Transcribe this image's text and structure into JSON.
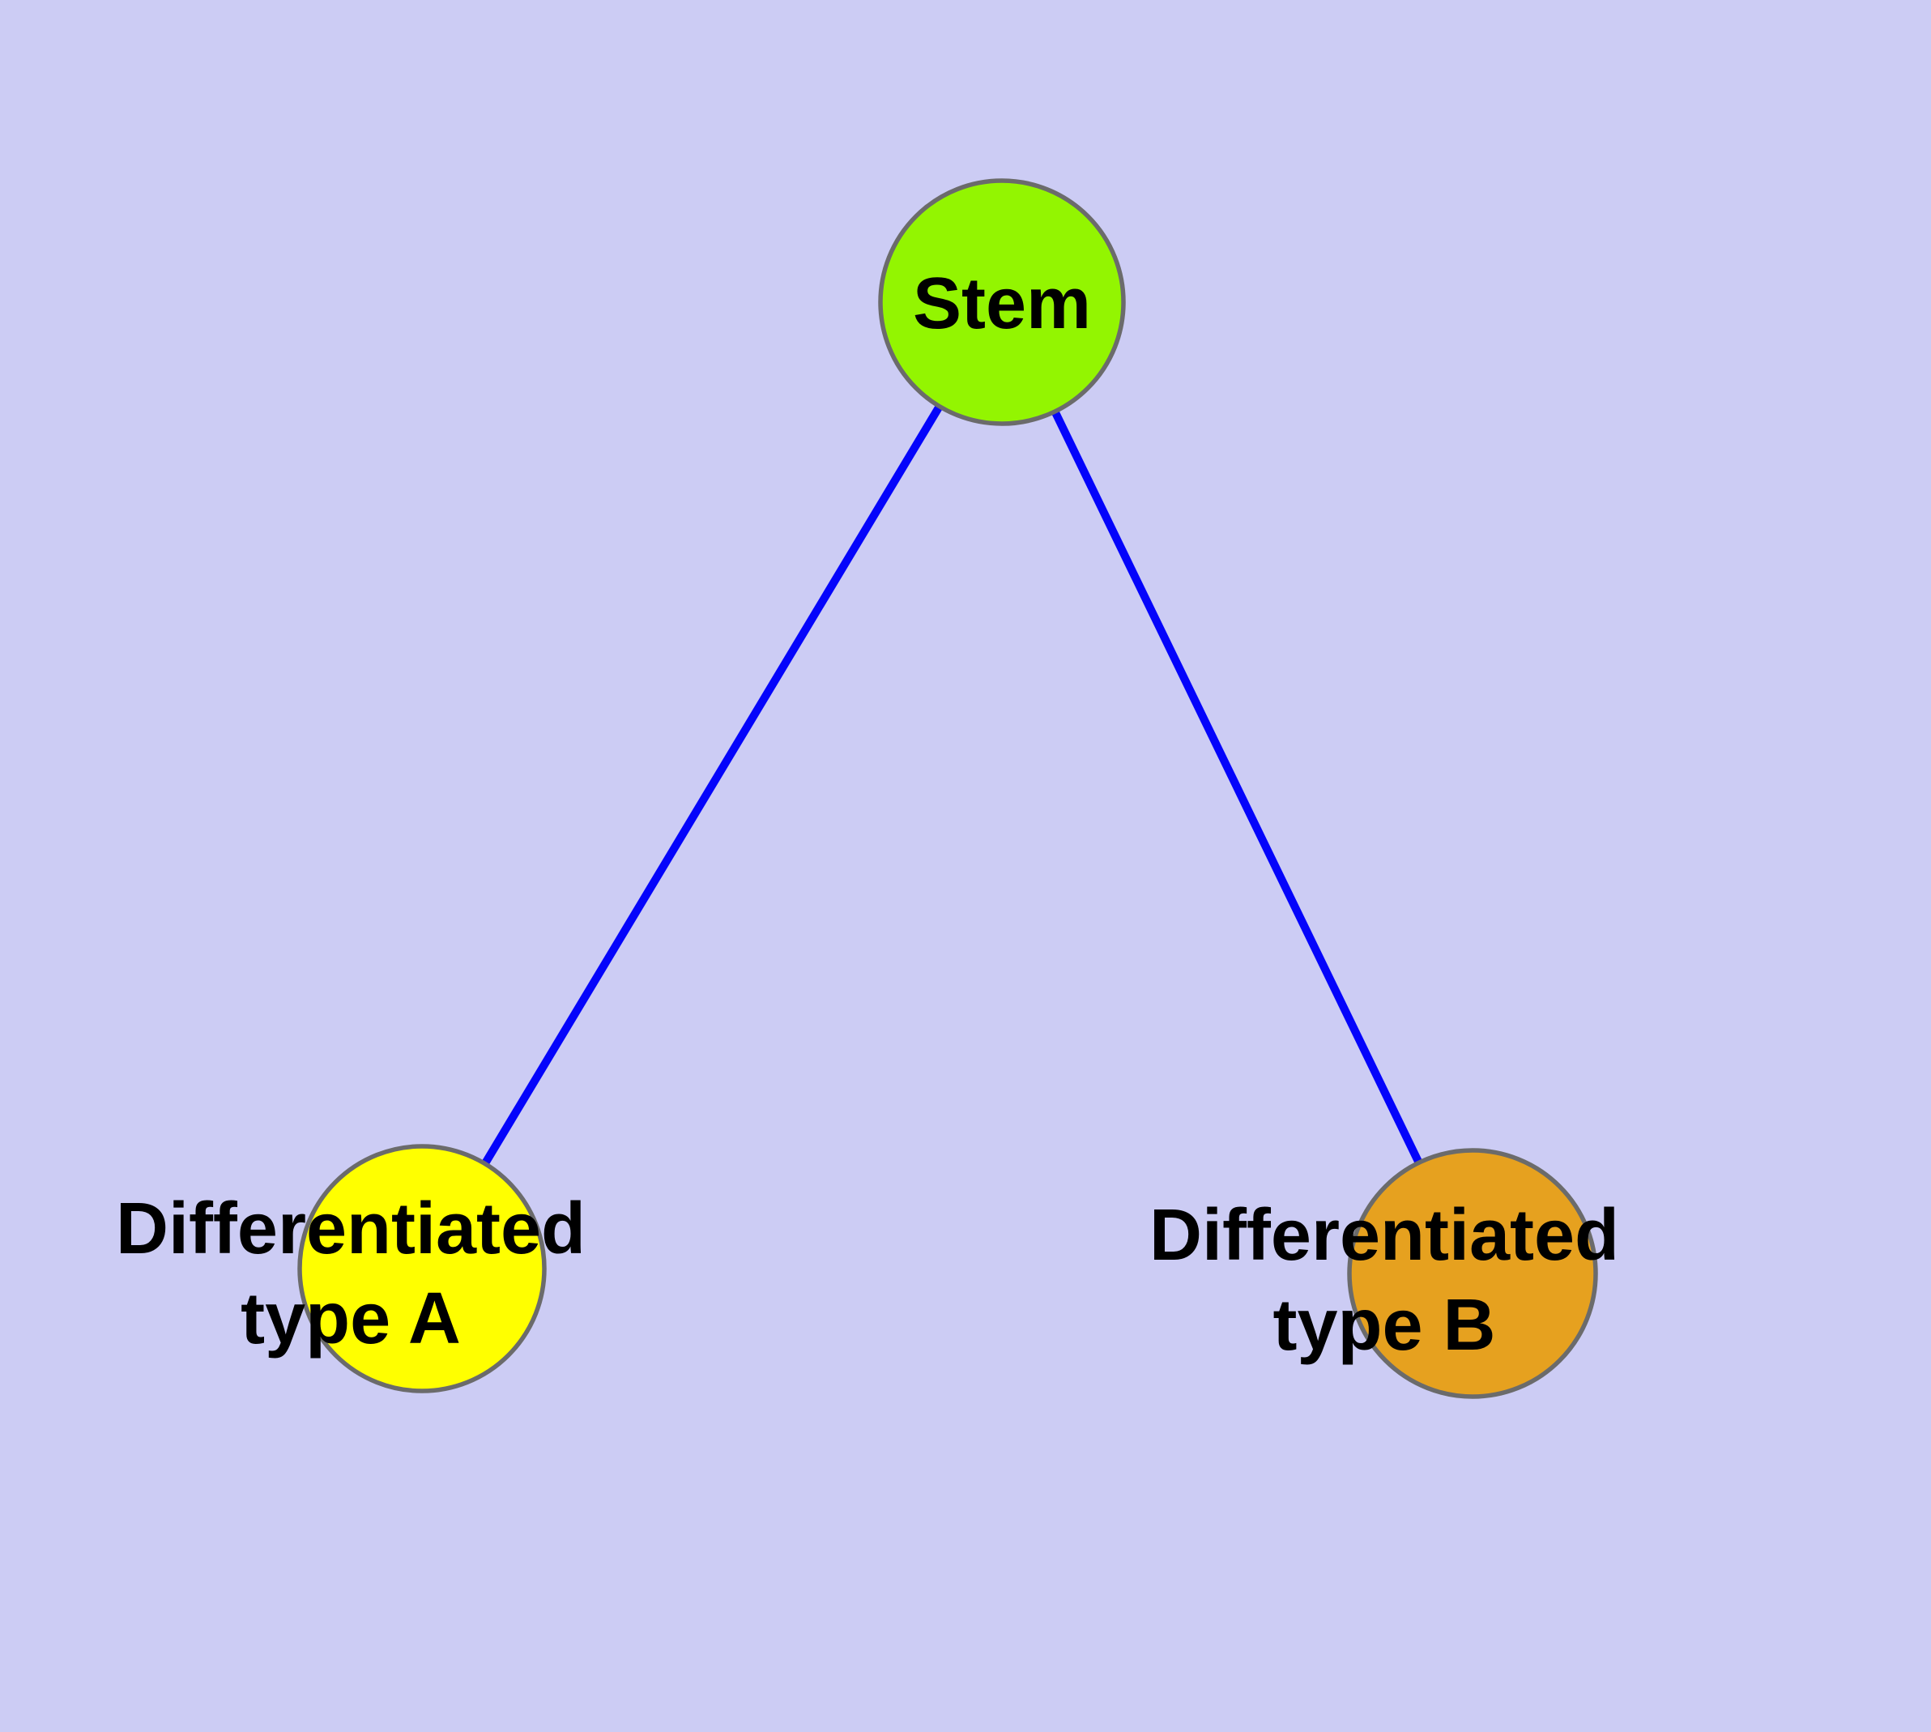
{
  "diagram": {
    "colors": {
      "background": "#CCCCF4",
      "edge": "#0404FB",
      "node_border": "#6B6B6B",
      "label_text": "#000000"
    },
    "nodes": [
      {
        "id": "stem",
        "label": "Stem",
        "fill": "#93F501"
      },
      {
        "id": "differentiated-type-a",
        "label_line1": "Differentiated",
        "label_line2": "type A",
        "fill": "#FFFF00"
      },
      {
        "id": "differentiated-type-b",
        "label_line1": "Differentiated",
        "label_line2": "type B",
        "fill": "#E6A11F"
      }
    ],
    "edges": [
      {
        "from": "Stem",
        "to": "Differentiated type A"
      },
      {
        "from": "Stem",
        "to": "Differentiated type B"
      }
    ]
  }
}
